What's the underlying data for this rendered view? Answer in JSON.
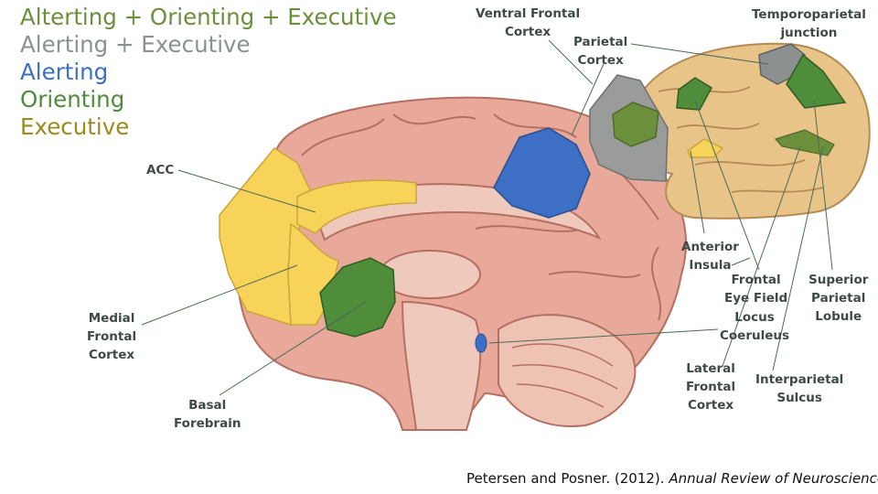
{
  "legend": {
    "items": [
      {
        "text": "Alterting + Orienting + Executive",
        "color": "#6b8f3a"
      },
      {
        "text": "Alerting + Executive",
        "color": "#8c9190"
      },
      {
        "text": "Alerting",
        "color": "#3d6fc4"
      },
      {
        "text": "Orienting",
        "color": "#4f8d3b"
      },
      {
        "text": "Executive",
        "color": "#9a8a1f"
      }
    ]
  },
  "labels": {
    "acc": "ACC",
    "ventral_frontal_1": "Ventral Frontal",
    "ventral_frontal_2": "Cortex",
    "parietal_1": "Parietal",
    "parietal_2": "Cortex",
    "tpj_1": "Temporoparietal",
    "tpj_2": "junction",
    "anterior_insula_1": "Anterior",
    "anterior_insula_2": "Insula",
    "fef_1": "Frontal",
    "fef_2": "Eye Field",
    "spl_1": "Superior",
    "spl_2": "Parietal",
    "spl_3": "Lobule",
    "lc_1": "Locus",
    "lc_2": "Coeruleus",
    "mfc_1": "Medial",
    "mfc_2": "Frontal",
    "mfc_3": "Cortex",
    "lfc_1": "Lateral",
    "lfc_2": "Frontal",
    "lfc_3": "Cortex",
    "ips_1": "Interparietal",
    "ips_2": "Sulcus",
    "bf_1": "Basal",
    "bf_2": "Forebrain"
  },
  "citation": {
    "authors": "Petersen and Posner. (2012). ",
    "journal": "Annual Review of Neuroscience",
    "end": "."
  },
  "colors": {
    "alerting_orienting_executive": "#6b8f3a",
    "alerting_executive": "#8c9190",
    "alerting": "#3d6fc4",
    "orienting": "#4f8d3b",
    "executive": "#f7d35a",
    "brain_tissue": "#e8a89a",
    "lateral_brain": "#e9c489"
  }
}
